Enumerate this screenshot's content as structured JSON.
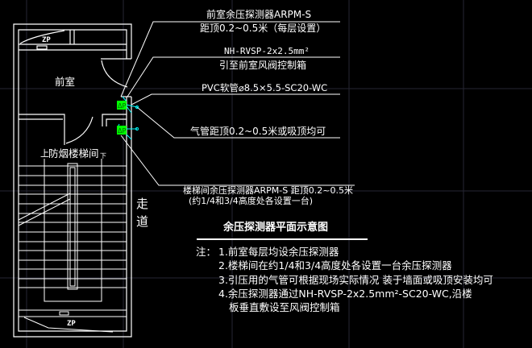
{
  "drawing": {
    "room_labels": {
      "antechamber": "前室",
      "stairwell": "防烟楼梯间",
      "corridor_1": "走",
      "corridor_2": "道",
      "floor_top": "ZP",
      "floor_bottom": "ZP",
      "stair_up": "上",
      "stair_down": "下"
    },
    "annotations": {
      "antechamber_sensor_1": "前室余压探测器ARPM-S",
      "antechamber_sensor_2": "距顶0.2~0.5米（每层设置）",
      "cable_1": "NH-RVSP-2x2.5mm²",
      "cable_2": "引至前室风阀控制箱",
      "pvc_tube": "PVC软管⌀8.5×5.5-SC20-WC",
      "air_tube": "气管距顶0.2~0.5米或吸顶均可",
      "stair_sensor_1": "楼梯间余压探测器ARPM-S  距顶0.2~0.5米",
      "stair_sensor_2": "(约1/4和3/4高度处各设置一台)"
    },
    "title": "余压探测器平面示意图",
    "notes": {
      "prefix": "注：",
      "items": [
        "1.前室每层均设余压探测器",
        "2.楼梯间在约1/4和3/4高度处各设置一台余压探测器",
        "3.引压用的气管可根据现场实际情况 装于墙面或吸顶安装均可",
        "4.余压探测器通过NH-RVSP-2x2.5mm²-SC20-WC,沿楼",
        "板垂直敷设至风阀控制箱"
      ]
    },
    "sensor_label": "ΔP",
    "colors": {
      "line": "#ffffff",
      "sensor": "#00ff00",
      "tube": "#00ffff",
      "grid": "#2a2a38"
    }
  }
}
